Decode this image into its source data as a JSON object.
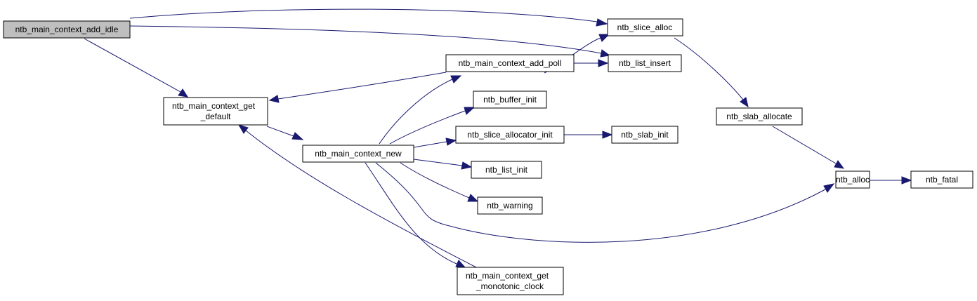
{
  "colors": {
    "edge": "#191970",
    "node_border": "#000000",
    "node_fill": "#ffffff",
    "root_fill": "#bfbfbf"
  },
  "nodes": {
    "add_idle": {
      "lines": [
        "ntb_main_context_add_idle"
      ]
    },
    "get_default": {
      "lines": [
        "ntb_main_context_get",
        "_default"
      ]
    },
    "context_new": {
      "lines": [
        "ntb_main_context_new"
      ]
    },
    "add_poll": {
      "lines": [
        "ntb_main_context_add_poll"
      ]
    },
    "buffer_init": {
      "lines": [
        "ntb_buffer_init"
      ]
    },
    "slice_allocator_init": {
      "lines": [
        "ntb_slice_allocator_init"
      ]
    },
    "list_init": {
      "lines": [
        "ntb_list_init"
      ]
    },
    "warning": {
      "lines": [
        "ntb_warning"
      ]
    },
    "monotonic_clock": {
      "lines": [
        "ntb_main_context_get",
        "_monotonic_clock"
      ]
    },
    "slice_alloc": {
      "lines": [
        "ntb_slice_alloc"
      ]
    },
    "list_insert": {
      "lines": [
        "ntb_list_insert"
      ]
    },
    "slab_init": {
      "lines": [
        "ntb_slab_init"
      ]
    },
    "slab_allocate": {
      "lines": [
        "ntb_slab_allocate"
      ]
    },
    "alloc": {
      "lines": [
        "ntb_alloc"
      ]
    },
    "fatal": {
      "lines": [
        "ntb_fatal"
      ]
    }
  },
  "edges": [
    {
      "from": "add_idle",
      "to": "slice_alloc"
    },
    {
      "from": "add_idle",
      "to": "list_insert"
    },
    {
      "from": "add_idle",
      "to": "get_default"
    },
    {
      "from": "add_poll",
      "to": "slice_alloc"
    },
    {
      "from": "add_poll",
      "to": "list_insert"
    },
    {
      "from": "add_poll",
      "to": "get_default"
    },
    {
      "from": "get_default",
      "to": "context_new"
    },
    {
      "from": "context_new",
      "to": "add_poll"
    },
    {
      "from": "context_new",
      "to": "buffer_init"
    },
    {
      "from": "context_new",
      "to": "slice_allocator_init"
    },
    {
      "from": "context_new",
      "to": "list_init"
    },
    {
      "from": "context_new",
      "to": "warning"
    },
    {
      "from": "context_new",
      "to": "alloc"
    },
    {
      "from": "context_new",
      "to": "monotonic_clock"
    },
    {
      "from": "monotonic_clock",
      "to": "get_default"
    },
    {
      "from": "slice_allocator_init",
      "to": "slab_init"
    },
    {
      "from": "slice_alloc",
      "to": "slab_allocate"
    },
    {
      "from": "slab_allocate",
      "to": "alloc"
    },
    {
      "from": "alloc",
      "to": "fatal"
    }
  ]
}
